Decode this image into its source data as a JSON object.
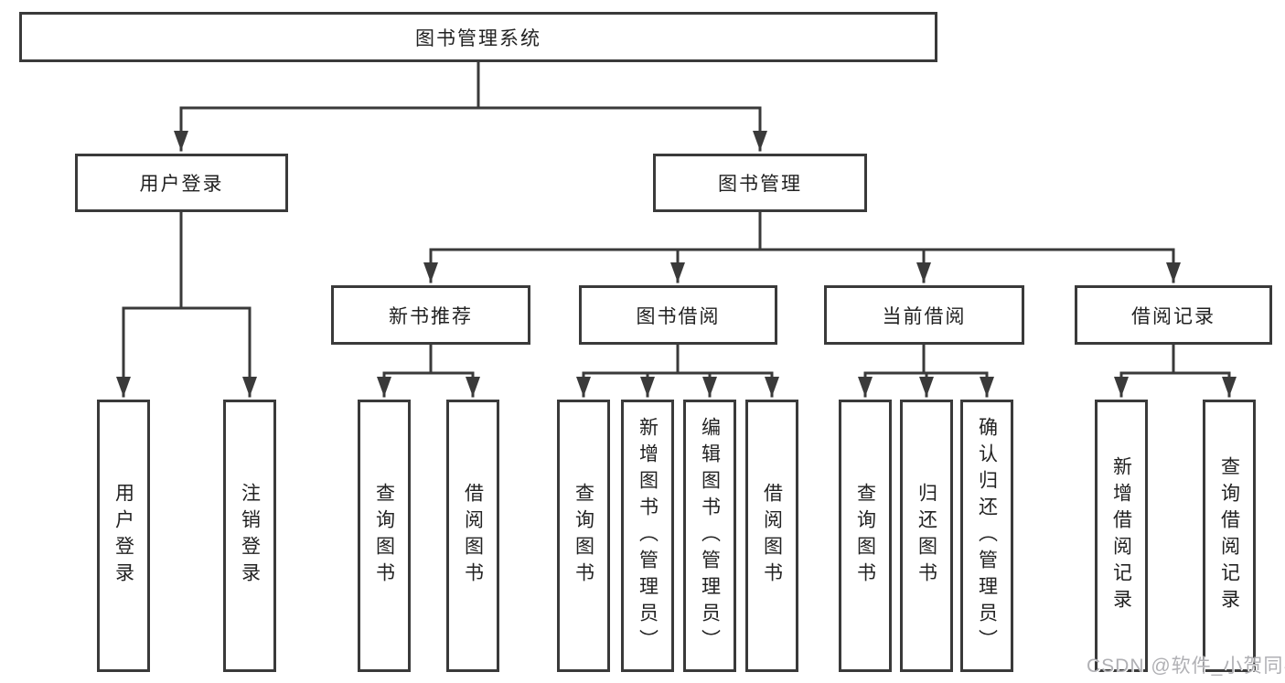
{
  "colors": {
    "line": "#3a3a3a",
    "box_border": "#3a3a3a",
    "text": "#222222",
    "watermark": "#b0b0b4",
    "background": "#ffffff"
  },
  "watermark": {
    "text": "CSDN @软件_小贺同学"
  },
  "tree": {
    "label": "图书管理系统",
    "children": [
      {
        "label": "用户登录",
        "children": [
          {
            "label": "用户登录"
          },
          {
            "label": "注销登录"
          }
        ]
      },
      {
        "label": "图书管理",
        "children": [
          {
            "label": "新书推荐",
            "children": [
              {
                "label": "查询图书"
              },
              {
                "label": "借阅图书"
              }
            ]
          },
          {
            "label": "图书借阅",
            "children": [
              {
                "label": "查询图书"
              },
              {
                "label": "新增图书（管理员）"
              },
              {
                "label": "编辑图书（管理员）"
              },
              {
                "label": "借阅图书"
              }
            ]
          },
          {
            "label": "当前借阅",
            "children": [
              {
                "label": "查询图书"
              },
              {
                "label": "归还图书"
              },
              {
                "label": "确认归还（管理员）"
              }
            ]
          },
          {
            "label": "借阅记录",
            "children": [
              {
                "label": "新增借阅记录"
              },
              {
                "label": "查询借阅记录"
              }
            ]
          }
        ]
      }
    ]
  }
}
